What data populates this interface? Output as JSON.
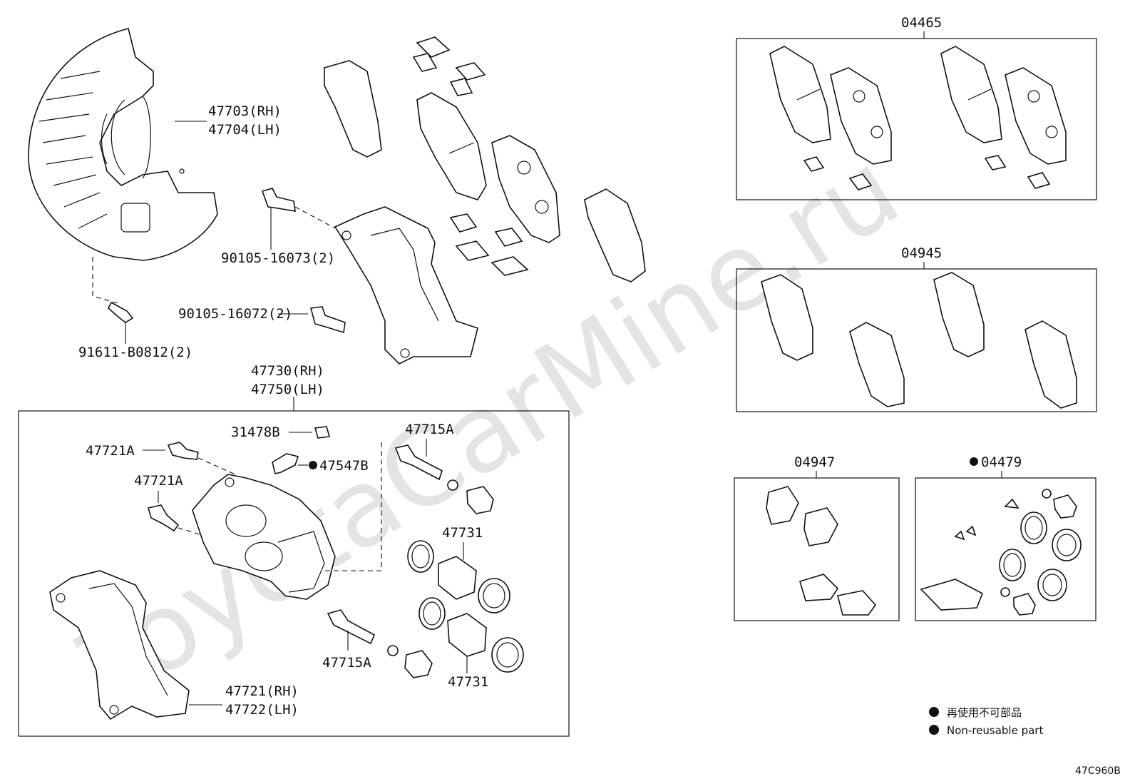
{
  "watermark": "ToyotaCarMine.ru",
  "labels": {
    "shield": [
      "47703(RH)",
      "47704(LH)"
    ],
    "bolt_91611": "91611-B0812(2)",
    "bolt_16073": "90105-16073(2)",
    "bolt_16072": "90105-16072(2)",
    "caliper_assy": [
      "47730(RH)",
      "47750(LH)"
    ],
    "bleeder_cap": "31478B",
    "bleeder_plug": "47547B",
    "slide_pin_a1": "47721A",
    "slide_pin_a2": "47721A",
    "slide_bolt_top": "47715A",
    "slide_bolt_bottom": "47715A",
    "piston_top": "47731",
    "piston_bottom": "47731",
    "mounting": [
      "47721(RH)",
      "47722(LH)"
    ],
    "kit_04465": "04465",
    "kit_04945": "04945",
    "kit_04947": "04947",
    "kit_04479": "04479"
  },
  "legend": {
    "line1": "再使用不可部品",
    "line2": "Non-reusable part"
  },
  "diagram_code": "47C960B"
}
